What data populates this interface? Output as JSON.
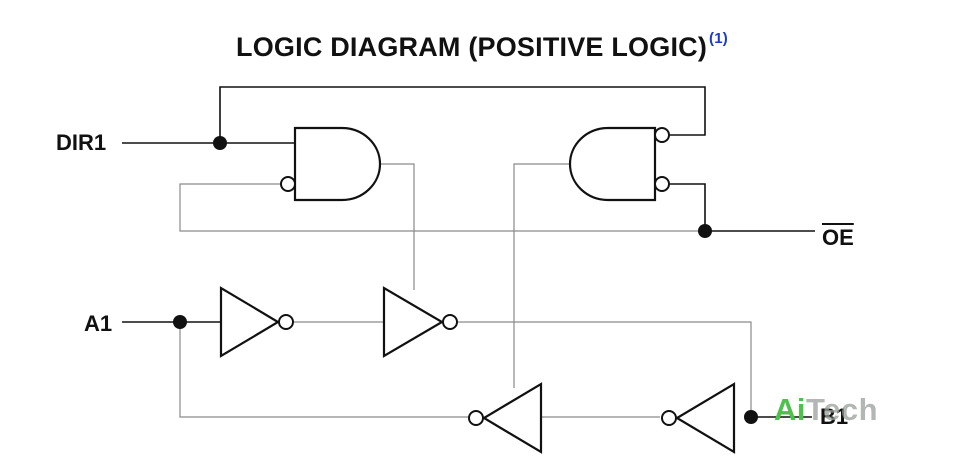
{
  "title": "LOGIC DIAGRAM (POSITIVE LOGIC)",
  "title_footnote": "(1)",
  "signals": {
    "dir": "DIR1",
    "oe": "OE",
    "a": "A1",
    "b": "B1"
  },
  "watermark": {
    "part1": "Ai",
    "part2": "Tech"
  },
  "colors": {
    "line": "#111111",
    "thin_line": "#8a8a8a",
    "footnote": "#1a3cc8",
    "watermark_green": "#4cc24c"
  }
}
